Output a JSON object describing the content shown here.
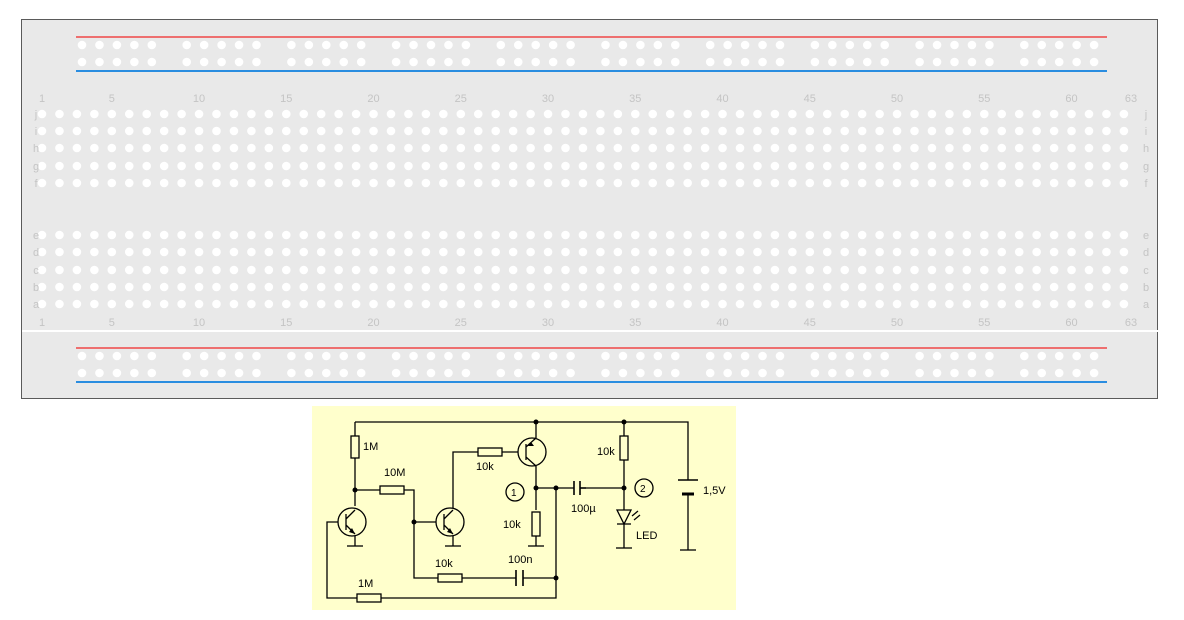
{
  "breadboard": {
    "column_labels": [
      "1",
      "5",
      "10",
      "15",
      "20",
      "25",
      "30",
      "35",
      "40",
      "45",
      "50",
      "55",
      "60",
      "63"
    ],
    "top_rows": [
      "j",
      "i",
      "h",
      "g",
      "f"
    ],
    "bottom_rows": [
      "e",
      "d",
      "c",
      "b",
      "a"
    ],
    "column_count": 63,
    "rail_groups": 10,
    "holes_per_group": 5,
    "colors": {
      "board": "#e9e9e9",
      "border": "#5a5a5a",
      "hole": "#ffffff",
      "label": "#c4c4c4",
      "positive_rail": "#ee6f6f",
      "negative_rail": "#2a8de0"
    }
  },
  "schematic": {
    "background": "#ffffcc",
    "labels": {
      "r1": "1M",
      "r2": "10M",
      "r3": "10k",
      "r4": "10k",
      "r5": "10k",
      "r6": "10k",
      "r7": "1M",
      "c1": "100n",
      "c2": "100µ",
      "battery": "1,5V",
      "led": "LED",
      "node1": "1",
      "node2": "2"
    }
  }
}
